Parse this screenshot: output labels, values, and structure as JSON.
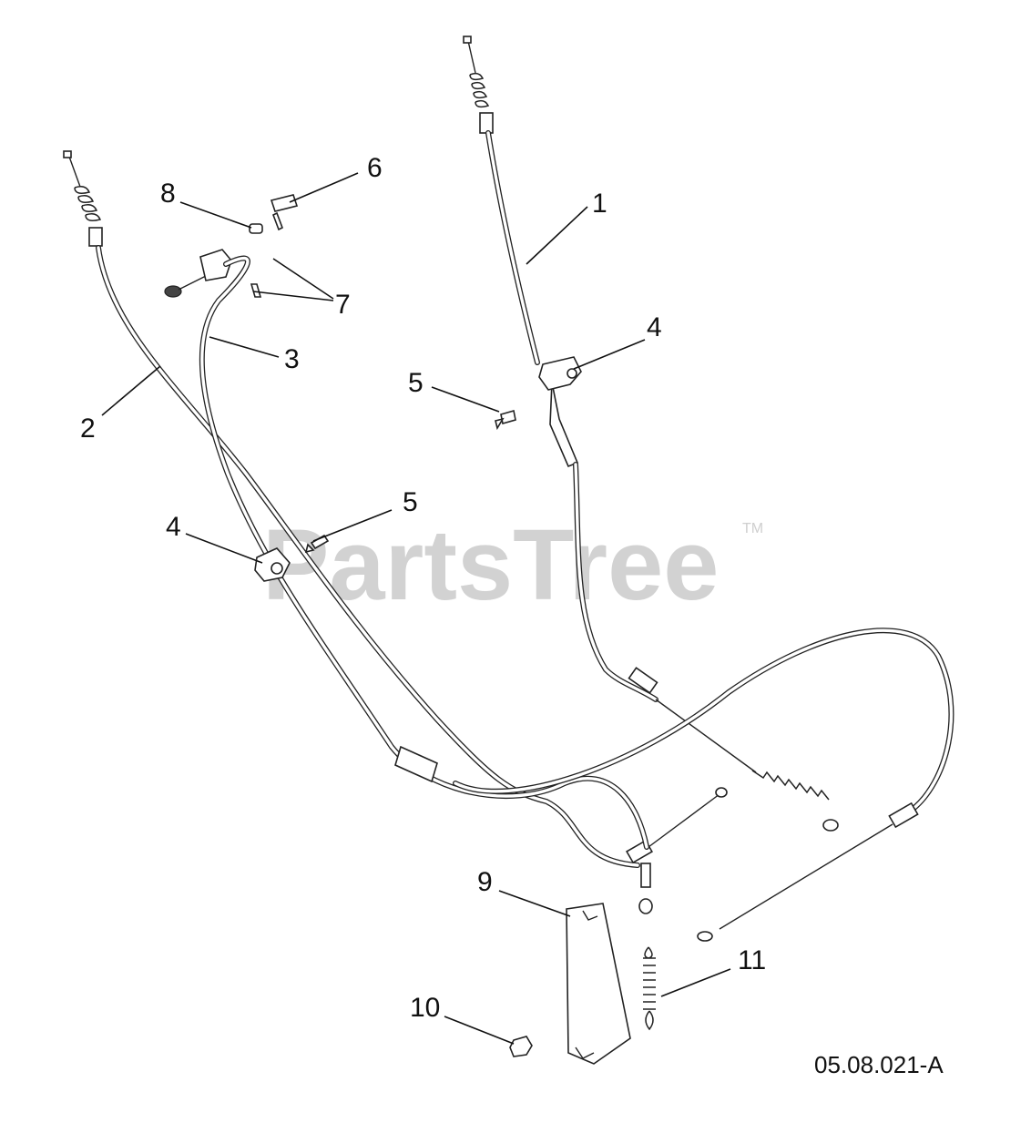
{
  "diagram": {
    "watermark": "PartsTree",
    "trademark": "TM",
    "drawing_id": "05.08.021-A",
    "callouts": [
      {
        "id": "callout-1",
        "text": "1"
      },
      {
        "id": "callout-2",
        "text": "2"
      },
      {
        "id": "callout-3",
        "text": "3"
      },
      {
        "id": "callout-4a",
        "text": "4"
      },
      {
        "id": "callout-4b",
        "text": "4"
      },
      {
        "id": "callout-5a",
        "text": "5"
      },
      {
        "id": "callout-5b",
        "text": "5"
      },
      {
        "id": "callout-6",
        "text": "6"
      },
      {
        "id": "callout-7",
        "text": "7"
      },
      {
        "id": "callout-8",
        "text": "8"
      },
      {
        "id": "callout-9",
        "text": "9"
      },
      {
        "id": "callout-10",
        "text": "10"
      },
      {
        "id": "callout-11",
        "text": "11"
      }
    ]
  }
}
